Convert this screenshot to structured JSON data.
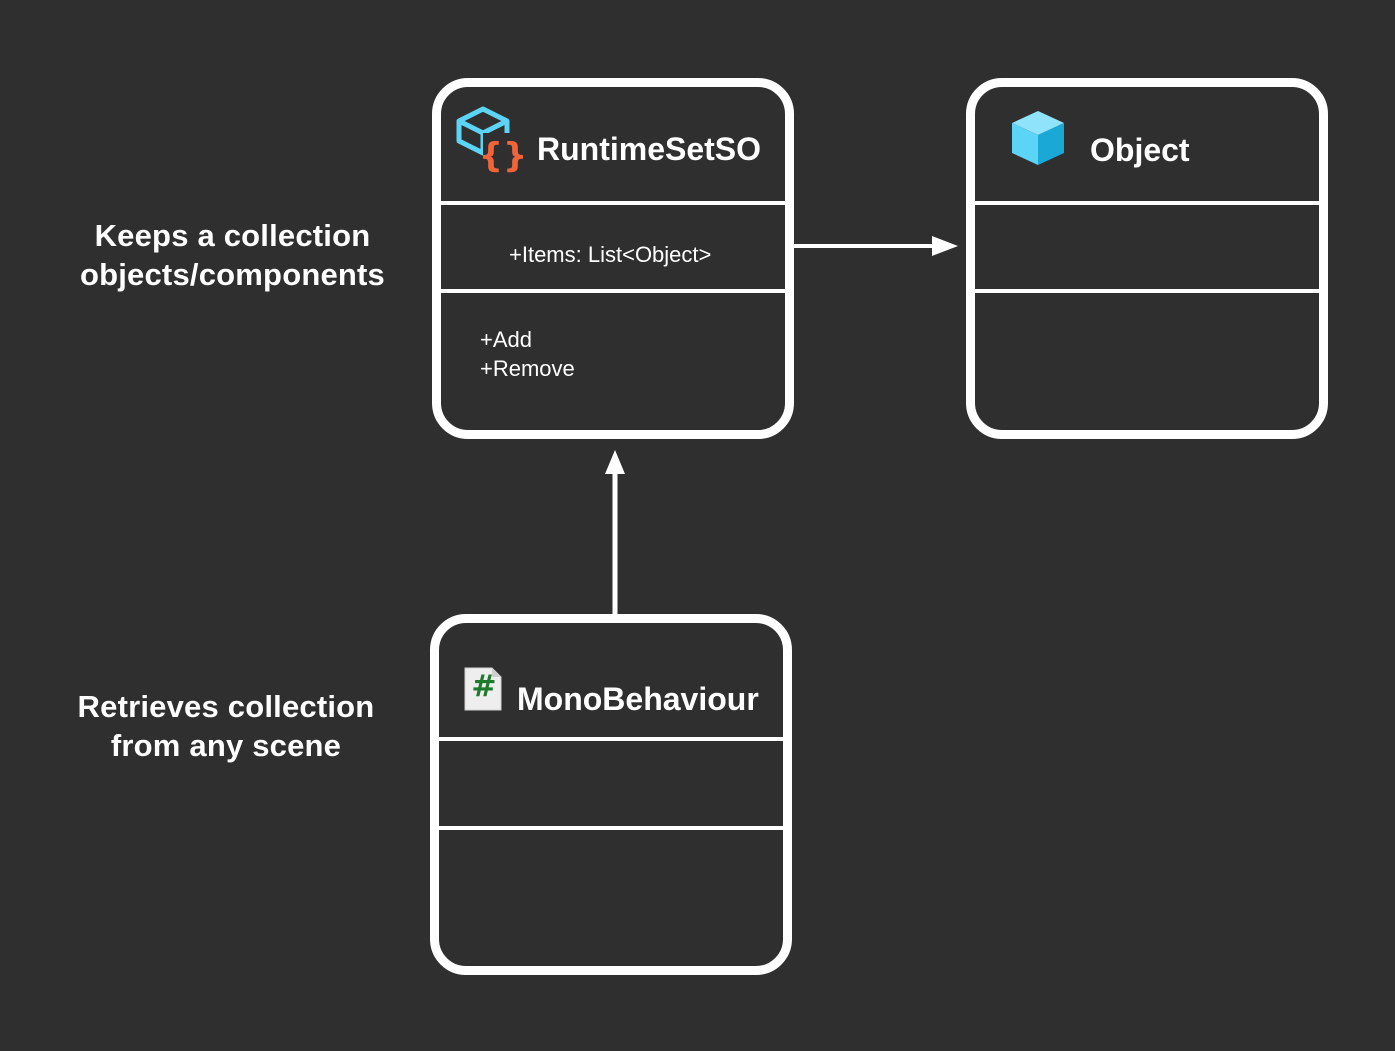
{
  "captions": {
    "top": [
      "Keeps a collection",
      "objects/components"
    ],
    "bottom": [
      "Retrieves collection",
      "from any scene"
    ]
  },
  "runtime_set": {
    "title": "RuntimeSetSO",
    "icon": "scriptable-object-icon",
    "field": "+Items: List<Object>",
    "methods": [
      "+Add",
      "+Remove"
    ]
  },
  "object_box": {
    "title": "Object",
    "icon": "cube-icon"
  },
  "mono_box": {
    "title": "MonoBehaviour",
    "icon": "csharp-script-icon",
    "icon_glyph": "#"
  },
  "colors": {
    "background": "#2f2f2f",
    "stroke": "#ffffff",
    "cube_light": "#5cd4f5",
    "cube_dark": "#1aa9d6",
    "braces": "#f0643a",
    "script_green": "#1e7a2c"
  }
}
